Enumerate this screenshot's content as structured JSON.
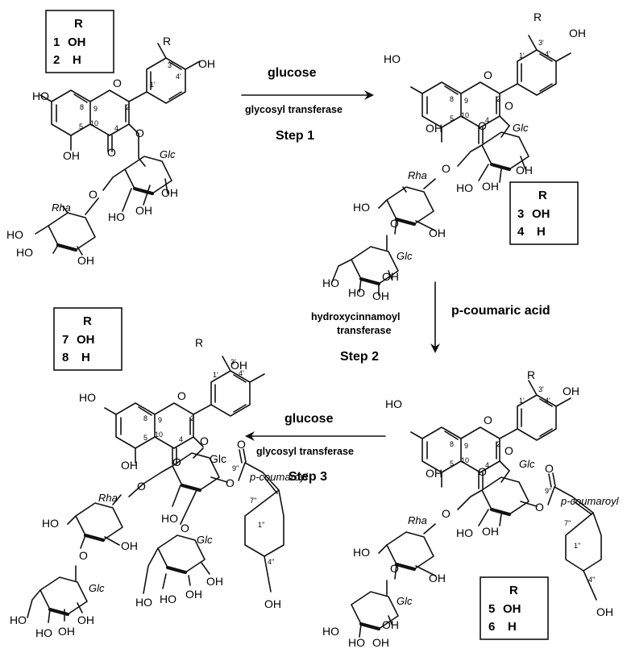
{
  "tables": [
    {
      "header": "R",
      "rows": [
        {
          "id": "1",
          "r": "OH"
        },
        {
          "id": "2",
          "r": "H"
        }
      ]
    },
    {
      "header": "R",
      "rows": [
        {
          "id": "3",
          "r": "OH"
        },
        {
          "id": "4",
          "r": "H"
        }
      ]
    },
    {
      "header": "R",
      "rows": [
        {
          "id": "5",
          "r": "OH"
        },
        {
          "id": "6",
          "r": "H"
        }
      ]
    },
    {
      "header": "R",
      "rows": [
        {
          "id": "7",
          "r": "OH"
        },
        {
          "id": "8",
          "r": "H"
        }
      ]
    }
  ],
  "arrows": {
    "step1": {
      "reagent": "glucose",
      "enzyme": "glycosyl transferase",
      "label": "Step 1"
    },
    "step2": {
      "reagent": "p-coumaric acid",
      "enzyme_line1": "hydroxycinnamoyl",
      "enzyme_line2": "transferase",
      "label": "Step 2"
    },
    "step3": {
      "reagent": "glucose",
      "enzyme": "glycosyl transferase",
      "label": "Step 3"
    }
  },
  "atoms": {
    "oh": "OH",
    "ho": "HO",
    "o": "O",
    "r": "R"
  },
  "sugars": {
    "glc": "Glc",
    "rha": "Rha",
    "glc_plain": "Glc"
  },
  "acyl": {
    "name": "p-coumaroyl"
  },
  "positions": {
    "p8": "8",
    "p9": "9",
    "p10": "10",
    "p5": "5",
    "p4": "4",
    "p2": "2",
    "p1p": "1'",
    "p3p": "3'",
    "p4p": "4'",
    "p9pp": "9''",
    "p7pp": "7''",
    "p1pp": "1''",
    "p4pp": "4''"
  }
}
